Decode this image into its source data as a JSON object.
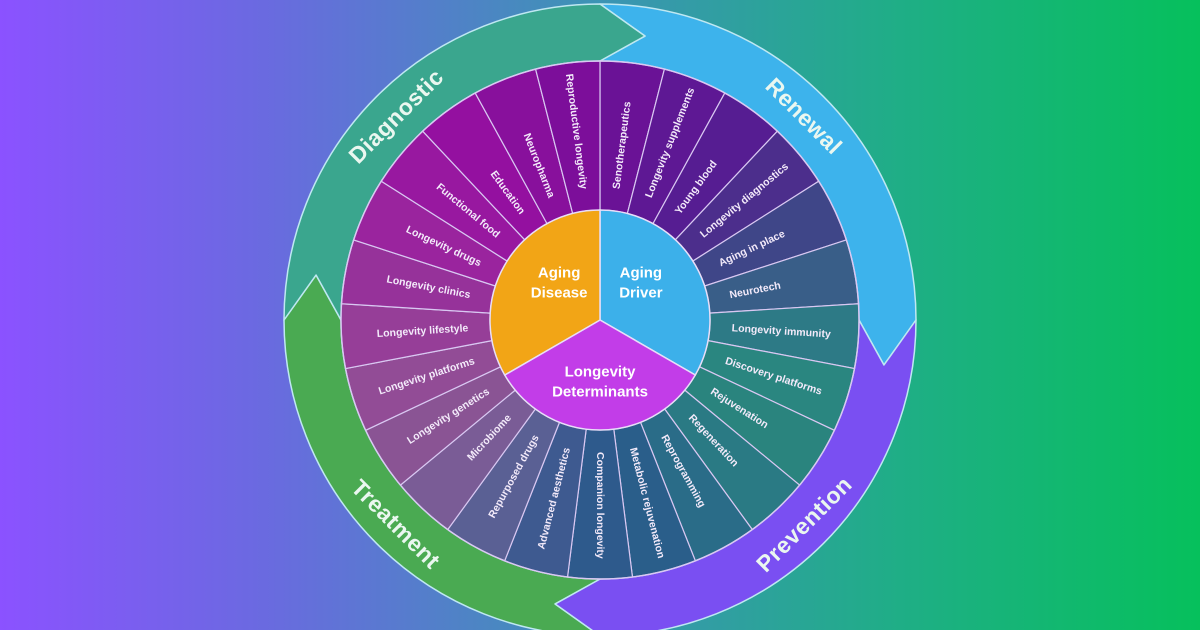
{
  "ring": [
    {
      "label": "Renewal",
      "color": "#3db3ec"
    },
    {
      "label": "Prevention",
      "color": "#7a4ff2"
    },
    {
      "label": "Treatment",
      "color": "#4aaa52"
    },
    {
      "label": "Diagnostic",
      "color": "#3aa68e"
    }
  ],
  "core": [
    {
      "lines": [
        "Aging",
        "Driver"
      ],
      "color": "#3cb0ea"
    },
    {
      "lines": [
        "Longevity",
        "Determinants"
      ],
      "color": "#c23de8"
    },
    {
      "lines": [
        "Aging",
        "Disease"
      ],
      "color": "#f2a516"
    }
  ],
  "segments": [
    "Senotherapeutics",
    "Longevity supplements",
    "Young blood",
    "Longevity diagnostics",
    "Aging in place",
    "Neurotech",
    "Longevity immunity",
    "Discovery platforms",
    "Rejuvenation",
    "Regeneration",
    "Reprogramming",
    "Metabolic rejuvenation",
    "Companion longevity",
    "Advanced aesthetics",
    "Repurposed drugs",
    "Microbiome",
    "Longevity genetics",
    "Longevity platforms",
    "Longevity lifestyle",
    "Longevity clinics",
    "Longevity drugs",
    "Functional food",
    "Education",
    "Neuropharma",
    "Reproductive longevity"
  ]
}
